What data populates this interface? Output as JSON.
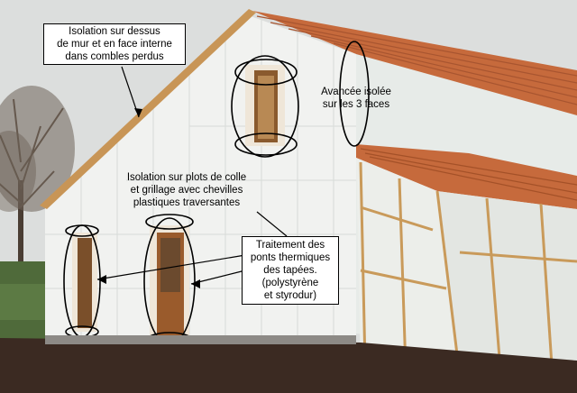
{
  "annotations": {
    "top_wall": {
      "lines": [
        "Isolation sur dessus",
        "de mur et en face interne",
        "dans combles perdus"
      ]
    },
    "overhang": {
      "lines": [
        "Avancée isolée",
        "sur les 3 faces"
      ]
    },
    "gable": {
      "lines": [
        "Isolation sur plots de colle",
        "et grillage avec chevilles",
        "plastiques traversantes"
      ]
    },
    "thermal": {
      "lines": [
        "Traitement des",
        "ponts thermiques",
        "des tapées.",
        "(polystyrène",
        "et styrodur)"
      ]
    }
  },
  "colors": {
    "sky": "#dcdedd",
    "insulation_white": "#f2f3f1",
    "roof_tile": "#c66a3c",
    "ground": "#3a2a22",
    "tarp": "#e9ece8",
    "timber": "#c99a5a"
  }
}
